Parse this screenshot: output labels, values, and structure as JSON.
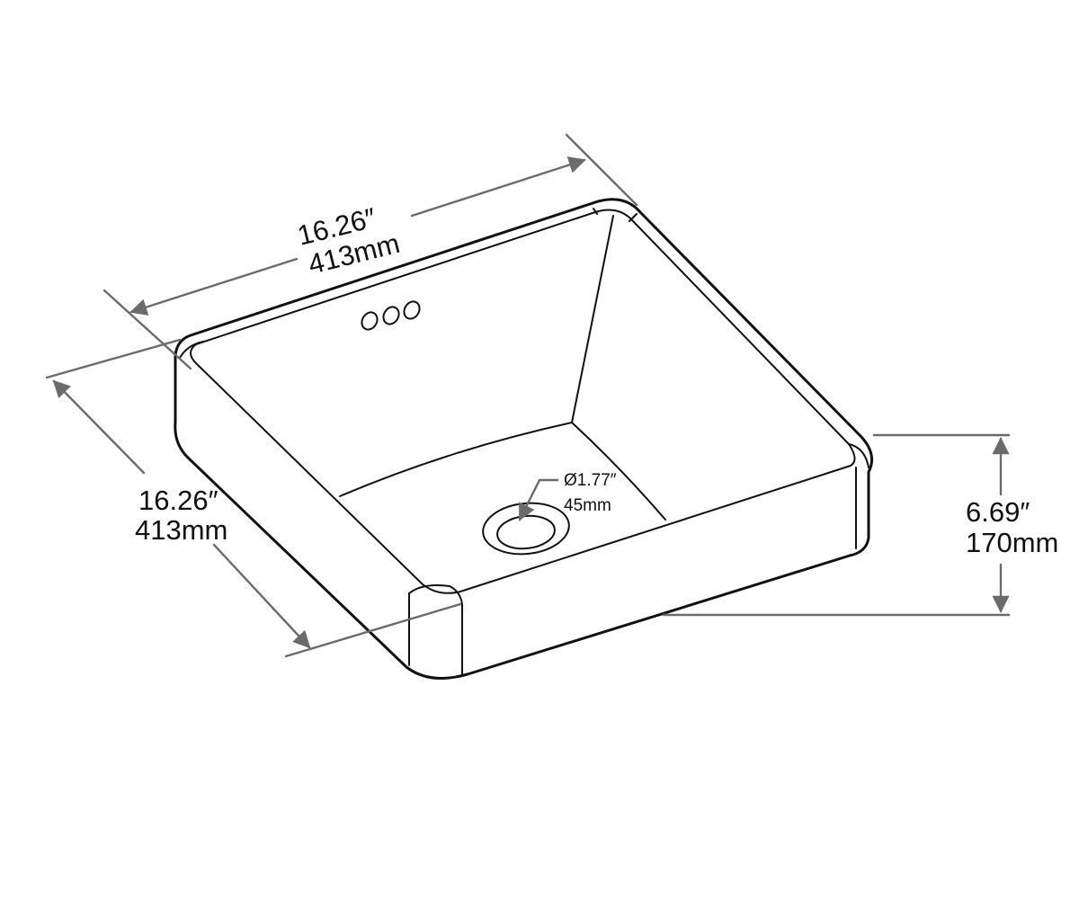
{
  "diagram": {
    "top_width": {
      "inches": "16.26″",
      "mm": "413mm"
    },
    "side_depth": {
      "inches": "16.26″",
      "mm": "413mm"
    },
    "height": {
      "inches": "6.69″",
      "mm": "170mm"
    },
    "drain": {
      "diameter": "Ø1.77″",
      "mm": "45mm"
    },
    "colors": {
      "outline": "#111111",
      "dimension_line": "#6b6b6b",
      "background": "#ffffff"
    }
  }
}
